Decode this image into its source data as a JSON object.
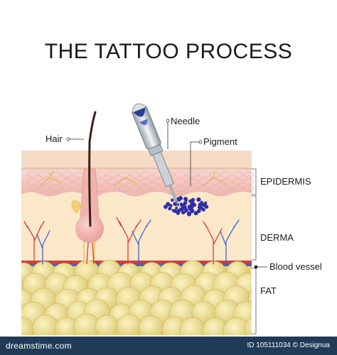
{
  "title": "THE TATTOO PROCESS",
  "labels": {
    "hair": "Hair",
    "needle": "Needle",
    "pigment": "Pigment",
    "epidermis": "EPIDERMIS",
    "derma": "DERMA",
    "blood_vessel": "Blood vessel",
    "fat": "FAT"
  },
  "footer": {
    "logo": "dreamstime.com",
    "id_text": "ID 105111034 © Designua"
  },
  "colors": {
    "skin_surface": "#f6dcc6",
    "epidermis": "#f2c4bd",
    "derma": "#fbe8c9",
    "fat": "#ecdc8c",
    "pigment": "#2f2fa8",
    "artery": "#d43b3b",
    "vein": "#3e66c8",
    "footer": "#1f3b57"
  }
}
